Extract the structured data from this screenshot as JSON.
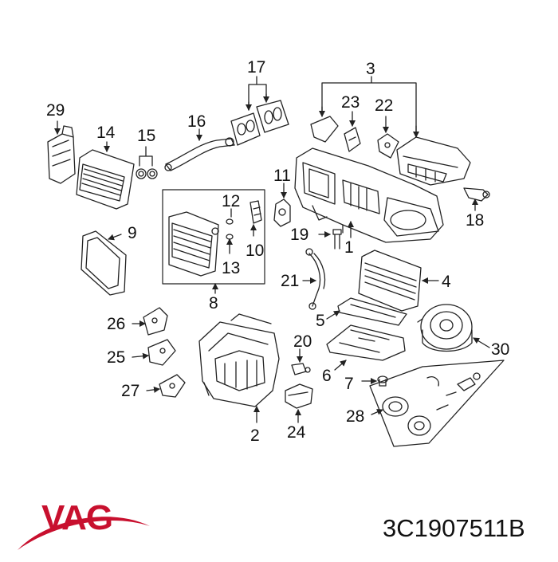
{
  "diagram": {
    "callouts": [
      "1",
      "2",
      "3",
      "4",
      "5",
      "6",
      "7",
      "8",
      "9",
      "10",
      "11",
      "12",
      "13",
      "14",
      "15",
      "16",
      "17",
      "18",
      "19",
      "20",
      "21",
      "22",
      "23",
      "24",
      "25",
      "26",
      "27",
      "28",
      "29",
      "30"
    ]
  },
  "footer": {
    "logo_text": "VAG",
    "part_number": "3C1907511B"
  },
  "colors": {
    "line": "#222222",
    "logo": "#c8102e",
    "background": "#ffffff"
  }
}
